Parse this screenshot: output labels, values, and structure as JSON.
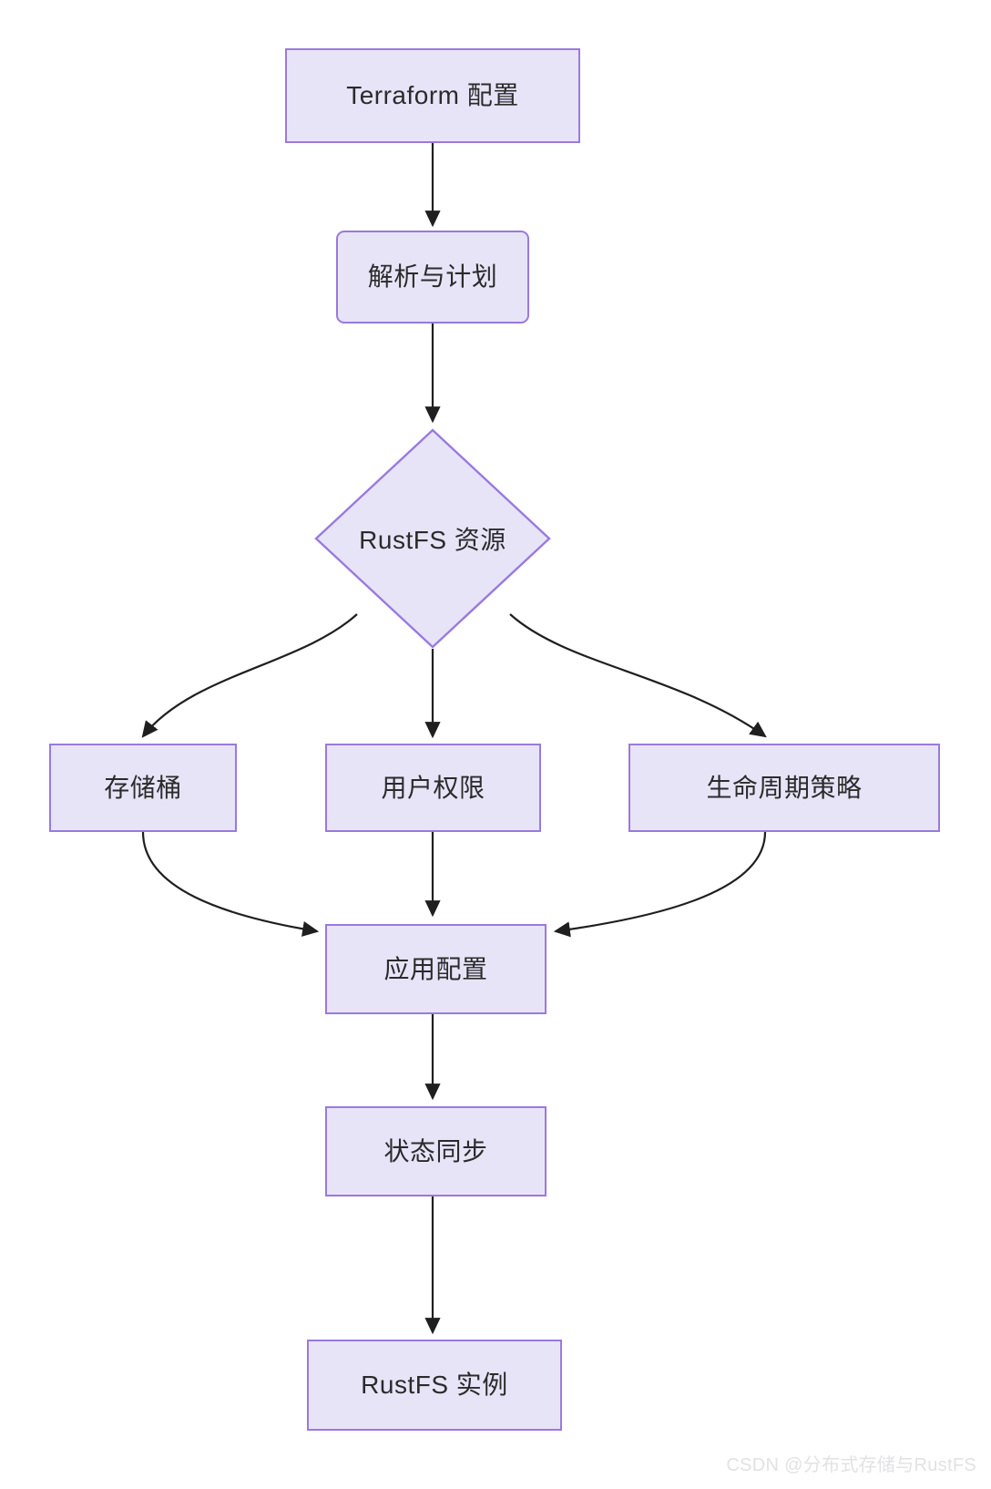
{
  "diagram": {
    "type": "flowchart",
    "direction": "top-to-bottom",
    "background_color": "#ffffff",
    "node_fill_color": "#e8e4f8",
    "node_border_color": "#9a79e0",
    "node_text_color": "#2b2b2b",
    "edge_color": "#1f1f1f",
    "nodes": [
      {
        "id": "terraform-config",
        "label": "Terraform 配置",
        "shape": "rectangle"
      },
      {
        "id": "parse-plan",
        "label": "解析与计划",
        "shape": "rounded-rectangle"
      },
      {
        "id": "rustfs-resource",
        "label": "RustFS 资源",
        "shape": "diamond"
      },
      {
        "id": "bucket",
        "label": "存储桶",
        "shape": "rectangle"
      },
      {
        "id": "user-permission",
        "label": "用户权限",
        "shape": "rectangle"
      },
      {
        "id": "lifecycle-policy",
        "label": "生命周期策略",
        "shape": "rectangle"
      },
      {
        "id": "apply-config",
        "label": "应用配置",
        "shape": "rectangle"
      },
      {
        "id": "state-sync",
        "label": "状态同步",
        "shape": "rectangle"
      },
      {
        "id": "rustfs-instance",
        "label": "RustFS 实例",
        "shape": "rectangle"
      }
    ],
    "edges": [
      {
        "from": "terraform-config",
        "to": "parse-plan"
      },
      {
        "from": "parse-plan",
        "to": "rustfs-resource"
      },
      {
        "from": "rustfs-resource",
        "to": "bucket"
      },
      {
        "from": "rustfs-resource",
        "to": "user-permission"
      },
      {
        "from": "rustfs-resource",
        "to": "lifecycle-policy"
      },
      {
        "from": "bucket",
        "to": "apply-config"
      },
      {
        "from": "user-permission",
        "to": "apply-config"
      },
      {
        "from": "lifecycle-policy",
        "to": "apply-config"
      },
      {
        "from": "apply-config",
        "to": "state-sync"
      },
      {
        "from": "state-sync",
        "to": "rustfs-instance"
      }
    ]
  },
  "watermark": {
    "text": "CSDN @分布式存储与RustFS"
  }
}
